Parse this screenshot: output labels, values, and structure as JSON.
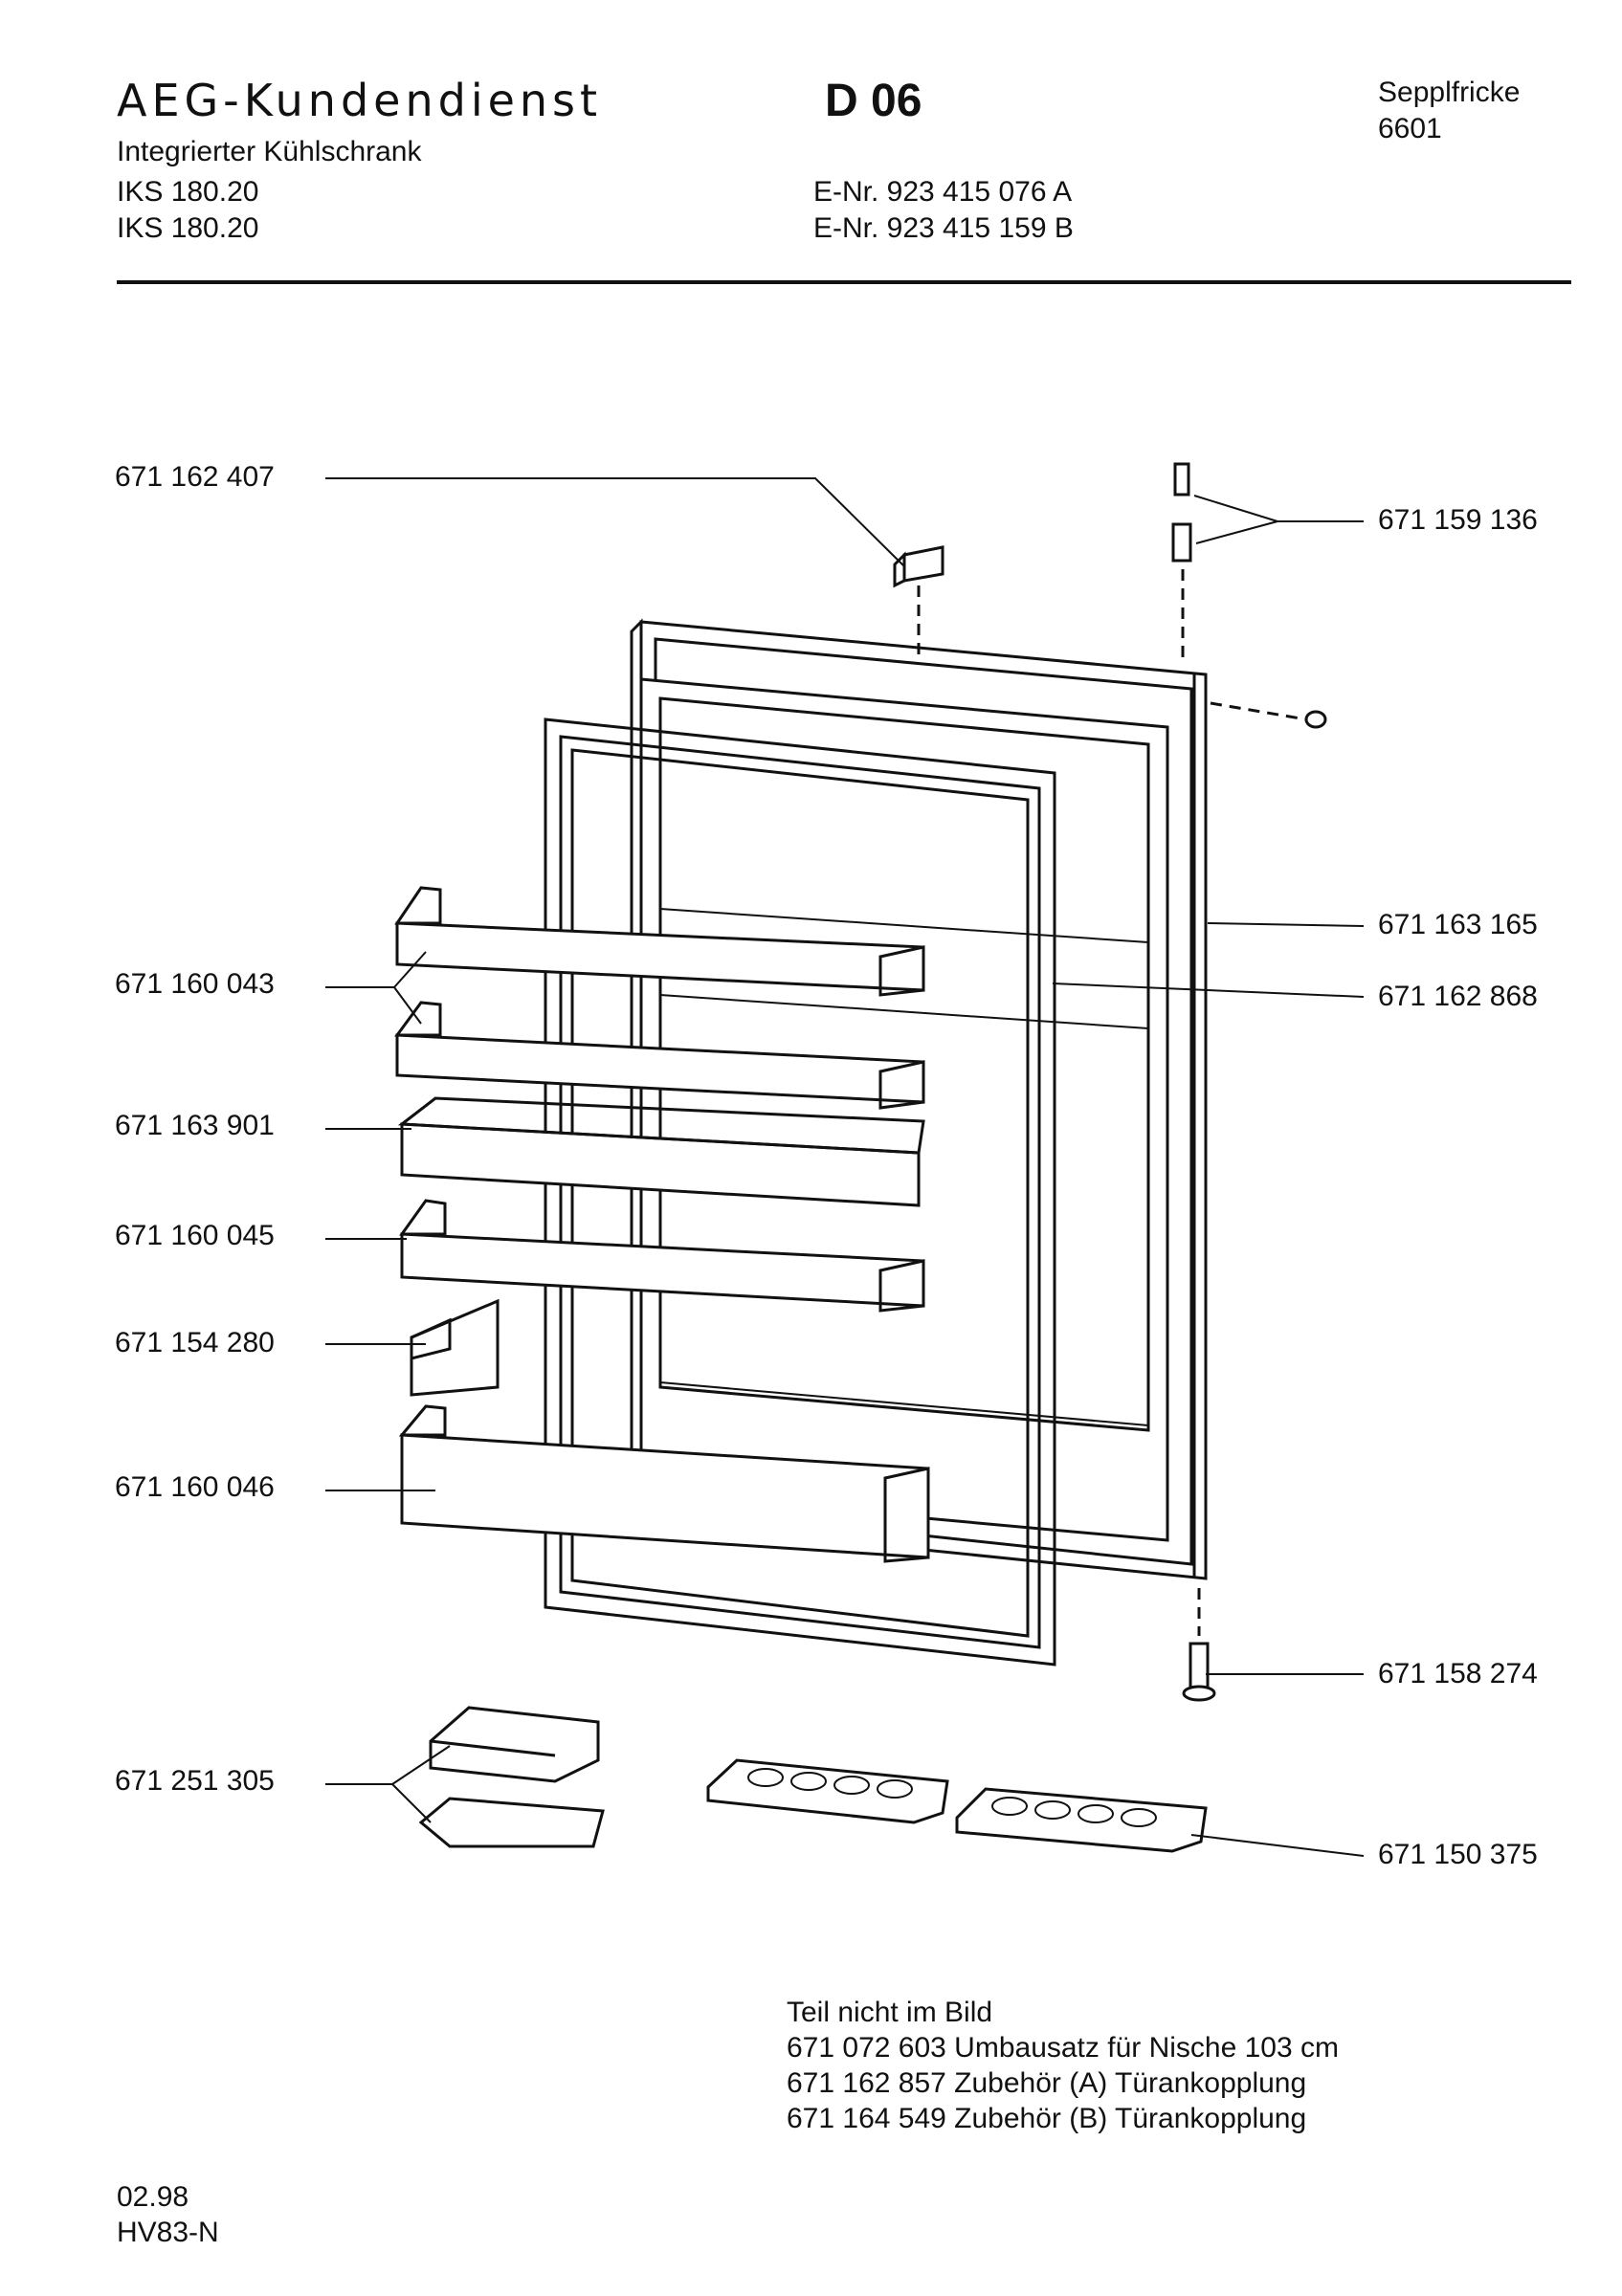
{
  "header": {
    "brand": "AEG-Kundendienst",
    "doc_code": "D 06",
    "author": "Sepplfricke",
    "author_code": "6601",
    "product": "Integrierter Kühlschrank",
    "models": [
      {
        "model": "IKS 180.20",
        "enr": "E-Nr. 923 415 076 A"
      },
      {
        "model": "IKS 180.20",
        "enr": "E-Nr. 923 415 159 B"
      }
    ]
  },
  "parts_left": [
    "671 162 407",
    "671 160 043",
    "671 163 901",
    "671 160 045",
    "671 154 280",
    "671 160 046",
    "671 251 305"
  ],
  "parts_right": [
    "671 159 136",
    "671 163 165",
    "671 162 868",
    "671 158 274",
    "671 150 375"
  ],
  "notes": {
    "title": "Teil nicht im Bild",
    "lines": [
      "671 072 603 Umbausatz für Nische 103 cm",
      "671 162 857 Zubehör (A)  Türankopplung",
      "671 164 549 Zubehör (B)  Türankopplung"
    ]
  },
  "footer": {
    "date": "02.98",
    "code": "HV83-N"
  }
}
